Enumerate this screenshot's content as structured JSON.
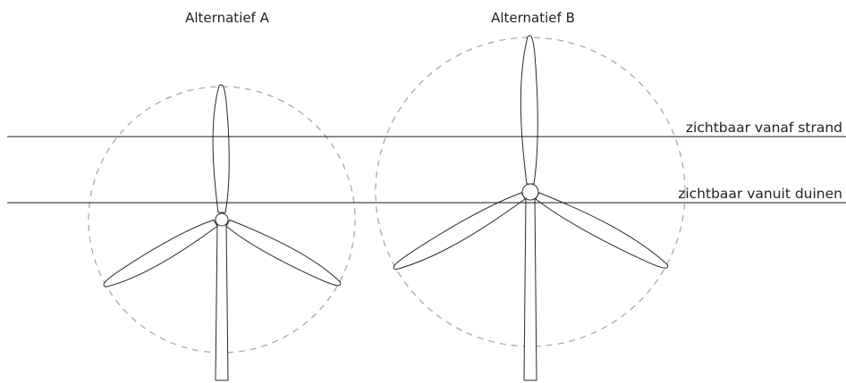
{
  "alternatives": [
    {
      "title": "Alternatief A"
    },
    {
      "title": "Alternatief B"
    }
  ],
  "lines": [
    {
      "label": "zichtbaar vanaf strand"
    },
    {
      "label": "zichtbaar vanuit duinen"
    }
  ],
  "colors": {
    "lines": "#1a1a1a",
    "rotor_circle": "#a9a9a9",
    "turbine_outline": "#2a2a2a"
  }
}
